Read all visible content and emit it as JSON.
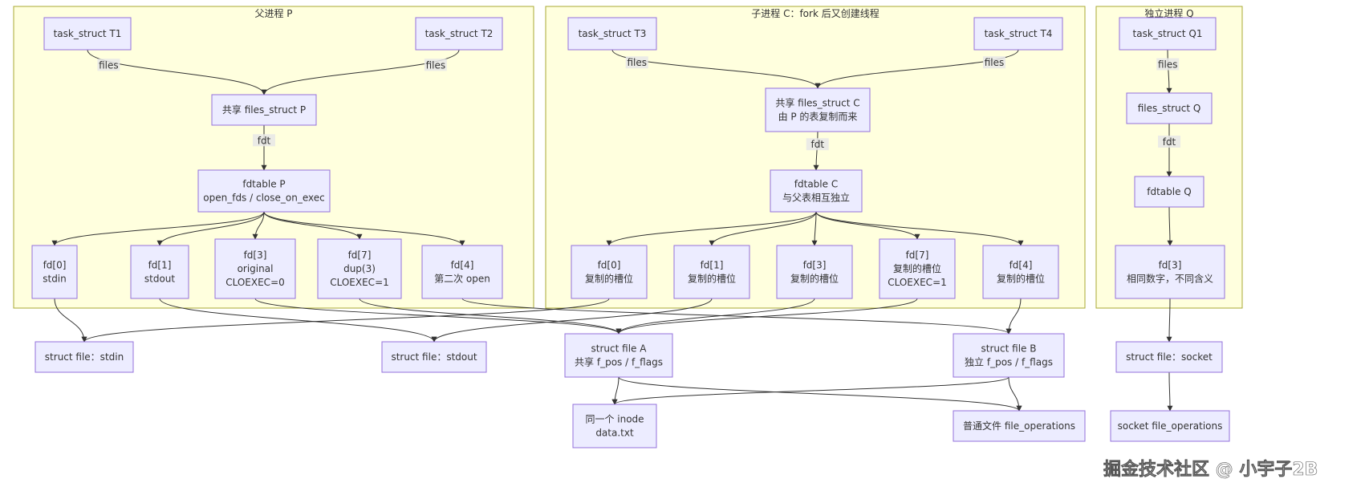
{
  "clusters": [
    {
      "id": "P",
      "title": "父进程 P"
    },
    {
      "id": "C",
      "title": "子进程 C：fork 后又创建线程"
    },
    {
      "id": "Q",
      "title": "独立进程 Q"
    }
  ],
  "nodes": [
    {
      "id": "T1",
      "lines": [
        "task_struct T1"
      ]
    },
    {
      "id": "T2",
      "lines": [
        "task_struct T2"
      ]
    },
    {
      "id": "FSP",
      "lines": [
        "共享 files_struct P"
      ]
    },
    {
      "id": "FDTP",
      "lines": [
        "fdtable P",
        "open_fds / close_on_exec"
      ]
    },
    {
      "id": "P0",
      "lines": [
        "fd[0]",
        "stdin"
      ]
    },
    {
      "id": "P1",
      "lines": [
        "fd[1]",
        "stdout"
      ]
    },
    {
      "id": "P3",
      "lines": [
        "fd[3]",
        "original",
        "CLOEXEC=0"
      ]
    },
    {
      "id": "P7",
      "lines": [
        "fd[7]",
        "dup(3)",
        "CLOEXEC=1"
      ]
    },
    {
      "id": "P4",
      "lines": [
        "fd[4]",
        "第二次 open"
      ]
    },
    {
      "id": "T3",
      "lines": [
        "task_struct T3"
      ]
    },
    {
      "id": "T4",
      "lines": [
        "task_struct T4"
      ]
    },
    {
      "id": "FSC",
      "lines": [
        "共享 files_struct C",
        "由 P 的表复制而来"
      ]
    },
    {
      "id": "FDTC",
      "lines": [
        "fdtable C",
        "与父表相互独立"
      ]
    },
    {
      "id": "C0",
      "lines": [
        "fd[0]",
        "复制的槽位"
      ]
    },
    {
      "id": "C1",
      "lines": [
        "fd[1]",
        "复制的槽位"
      ]
    },
    {
      "id": "C3",
      "lines": [
        "fd[3]",
        "复制的槽位"
      ]
    },
    {
      "id": "C7",
      "lines": [
        "fd[7]",
        "复制的槽位",
        "CLOEXEC=1"
      ]
    },
    {
      "id": "C4",
      "lines": [
        "fd[4]",
        "复制的槽位"
      ]
    },
    {
      "id": "Q1",
      "lines": [
        "task_struct Q1"
      ]
    },
    {
      "id": "FSQ",
      "lines": [
        "files_struct Q"
      ]
    },
    {
      "id": "FDTQ",
      "lines": [
        "fdtable Q"
      ]
    },
    {
      "id": "Q3",
      "lines": [
        "fd[3]",
        "相同数字，不同含义"
      ]
    },
    {
      "id": "SIN",
      "lines": [
        "struct file：stdin"
      ]
    },
    {
      "id": "SOUT",
      "lines": [
        "struct file：stdout"
      ]
    },
    {
      "id": "FA",
      "lines": [
        "struct file A",
        "共享 f_pos / f_flags"
      ]
    },
    {
      "id": "FB",
      "lines": [
        "struct file B",
        "独立 f_pos / f_flags"
      ]
    },
    {
      "id": "SSOCK",
      "lines": [
        "struct file：socket"
      ]
    },
    {
      "id": "INODE",
      "lines": [
        "同一个 inode",
        "data.txt"
      ]
    },
    {
      "id": "FOPS",
      "lines": [
        "普通文件 file_operations"
      ]
    },
    {
      "id": "SOPS",
      "lines": [
        "socket file_operations"
      ]
    }
  ],
  "edges": [
    {
      "from": "T1",
      "to": "FSP",
      "label": "files"
    },
    {
      "from": "T2",
      "to": "FSP",
      "label": "files"
    },
    {
      "from": "FSP",
      "to": "FDTP",
      "label": "fdt"
    },
    {
      "from": "FDTP",
      "to": "P0",
      "label": ""
    },
    {
      "from": "FDTP",
      "to": "P1",
      "label": ""
    },
    {
      "from": "FDTP",
      "to": "P3",
      "label": ""
    },
    {
      "from": "FDTP",
      "to": "P7",
      "label": ""
    },
    {
      "from": "FDTP",
      "to": "P4",
      "label": ""
    },
    {
      "from": "T3",
      "to": "FSC",
      "label": "files"
    },
    {
      "from": "T4",
      "to": "FSC",
      "label": "files"
    },
    {
      "from": "FSC",
      "to": "FDTC",
      "label": "fdt"
    },
    {
      "from": "FDTC",
      "to": "C0",
      "label": ""
    },
    {
      "from": "FDTC",
      "to": "C1",
      "label": ""
    },
    {
      "from": "FDTC",
      "to": "C3",
      "label": ""
    },
    {
      "from": "FDTC",
      "to": "C7",
      "label": ""
    },
    {
      "from": "FDTC",
      "to": "C4",
      "label": ""
    },
    {
      "from": "Q1",
      "to": "FSQ",
      "label": "files"
    },
    {
      "from": "FSQ",
      "to": "FDTQ",
      "label": "fdt"
    },
    {
      "from": "FDTQ",
      "to": "Q3",
      "label": ""
    },
    {
      "from": "P0",
      "to": "SIN",
      "label": ""
    },
    {
      "from": "P1",
      "to": "SOUT",
      "label": ""
    },
    {
      "from": "P3",
      "to": "FA",
      "label": ""
    },
    {
      "from": "P7",
      "to": "FA",
      "label": ""
    },
    {
      "from": "P4",
      "to": "FB",
      "label": ""
    },
    {
      "from": "C0",
      "to": "SIN",
      "label": ""
    },
    {
      "from": "C1",
      "to": "SOUT",
      "label": ""
    },
    {
      "from": "C3",
      "to": "FA",
      "label": ""
    },
    {
      "from": "C7",
      "to": "FA",
      "label": ""
    },
    {
      "from": "C4",
      "to": "FB",
      "label": ""
    },
    {
      "from": "Q3",
      "to": "SSOCK",
      "label": ""
    },
    {
      "from": "FA",
      "to": "INODE",
      "label": ""
    },
    {
      "from": "FB",
      "to": "INODE",
      "label": ""
    },
    {
      "from": "FA",
      "to": "FOPS",
      "label": ""
    },
    {
      "from": "FB",
      "to": "FOPS",
      "label": ""
    },
    {
      "from": "SSOCK",
      "to": "SOPS",
      "label": ""
    }
  ],
  "watermark": "掘金技术社区 @ 小宇子2B",
  "colors": {
    "cluster_fill": "#ffffde",
    "cluster_stroke": "#aaaa33",
    "node_fill": "#ececff",
    "node_stroke": "#9370db",
    "edge": "#333333"
  }
}
